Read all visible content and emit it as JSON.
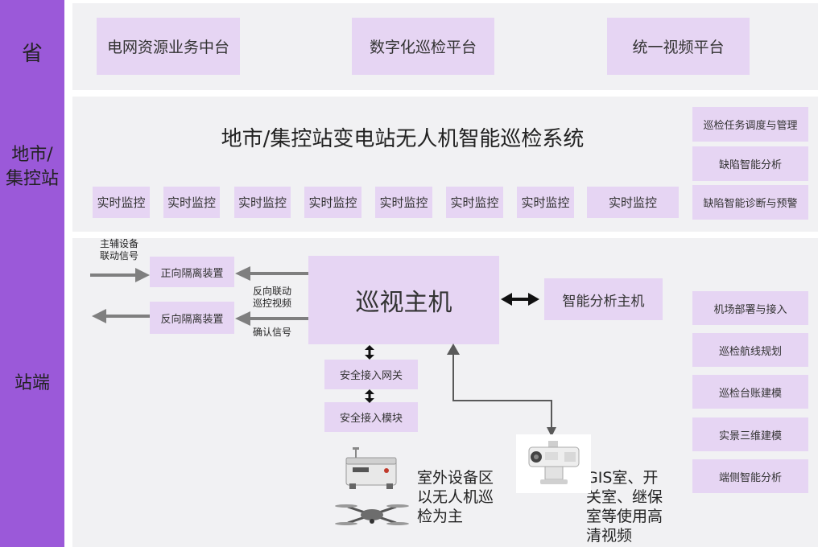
{
  "levels": {
    "province": "省",
    "city": "地市/\n集控站",
    "station": "站端"
  },
  "province": {
    "boxes": [
      "电网资源业务中台",
      "数字化巡检平台",
      "统一视频平台"
    ]
  },
  "city": {
    "title": "地市/集控站变电站无人机智能巡检系统",
    "monitors": [
      "实时监控",
      "实时监控",
      "实时监控",
      "实时监控",
      "实时监控",
      "实时监控",
      "实时监控",
      "实时监控"
    ],
    "functions": [
      "巡检任务调度与管理",
      "缺陷智能分析",
      "缺陷智能诊断与预警"
    ]
  },
  "station": {
    "main_host": "巡视主机",
    "analysis_host": "智能分析主机",
    "forward_isolation": "正向隔离装置",
    "reverse_isolation": "反向隔离装置",
    "signal_main_aux": "主辅设备\n联动信号",
    "signal_reverse_video": "反向联动\n巡控视频",
    "signal_confirm": "确认信号",
    "gateway": "安全接入网关",
    "access_module": "安全接入模块",
    "outdoor_text": "室外设备区\n以无人机巡\n检为主",
    "indoor_text": "GIS室、开\n关室、继保\n室等使用高\n清视频",
    "functions": [
      "机场部署与接入",
      "巡检航线规划",
      "巡检台账建模",
      "实景三维建模",
      "端侧智能分析"
    ]
  },
  "colors": {
    "sidebar": "#9b59d9",
    "box": "#e6d5f3",
    "band": "#f1f1f3",
    "arrow": "#7f7f7f"
  }
}
